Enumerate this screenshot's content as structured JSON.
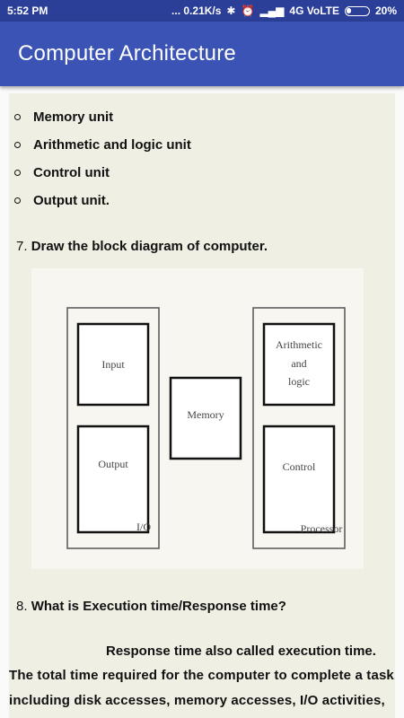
{
  "status_bar": {
    "time": "5:52 PM",
    "network_speed": "... 0.21K/s",
    "network_type": "4G VoLTE",
    "battery": "20%"
  },
  "app_bar": {
    "title": "Computer Architecture"
  },
  "content": {
    "bullets": [
      "Memory unit",
      "Arithmetic and logic unit",
      "Control unit",
      "Output unit."
    ],
    "q7": {
      "number": "7.",
      "text": "Draw the block diagram of computer."
    },
    "diagram": {
      "labels": {
        "input": "Input",
        "output": "Output",
        "io": "I/O",
        "memory": "Memory",
        "arith_1": "Arithmetic",
        "arith_2": "and",
        "arith_3": "logic",
        "control": "Control",
        "processor": "Processor"
      }
    },
    "q8": {
      "number": "8.",
      "text": "What is Execution time/Response time?"
    },
    "answer": {
      "line1": "Response time also called execution time.",
      "line2": "The total time required for the computer to complete a task,",
      "line3": "including disk accesses, memory accesses, I/O activities,"
    }
  }
}
